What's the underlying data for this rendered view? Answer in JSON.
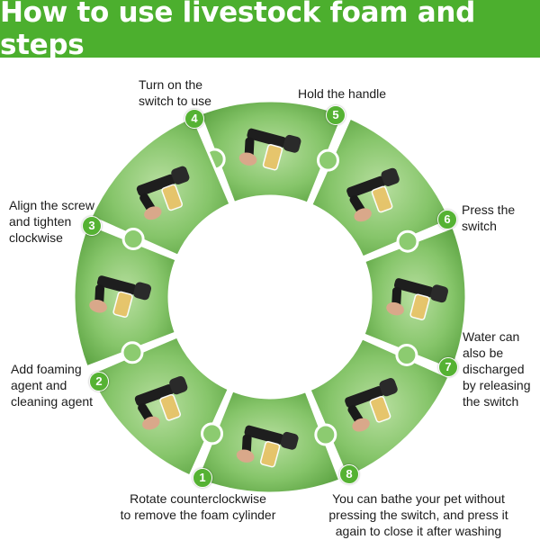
{
  "title": "How to use livestock foam and steps",
  "colors": {
    "banner": "#4caf2e",
    "badge": "#55b233",
    "segment": "#7cc05c"
  },
  "steps": [
    {
      "number": "1",
      "lines": [
        "Rotate counterclockwise",
        "to remove the foam cylinder"
      ]
    },
    {
      "number": "2",
      "lines": [
        "Add foaming",
        "agent and",
        "cleaning agent"
      ]
    },
    {
      "number": "3",
      "lines": [
        "Align the screw",
        "and tighten",
        "clockwise"
      ]
    },
    {
      "number": "4",
      "lines": [
        "Turn on the",
        "switch to use"
      ]
    },
    {
      "number": "5",
      "lines": [
        "Hold the handle"
      ]
    },
    {
      "number": "6",
      "lines": [
        "Press the",
        "switch"
      ]
    },
    {
      "number": "7",
      "lines": [
        "Water can",
        "also be",
        "discharged",
        "by releasing",
        "the switch"
      ]
    },
    {
      "number": "8",
      "lines": [
        "You can bathe your pet without",
        "pressing the switch, and press it",
        "again to close it after washing"
      ]
    }
  ]
}
